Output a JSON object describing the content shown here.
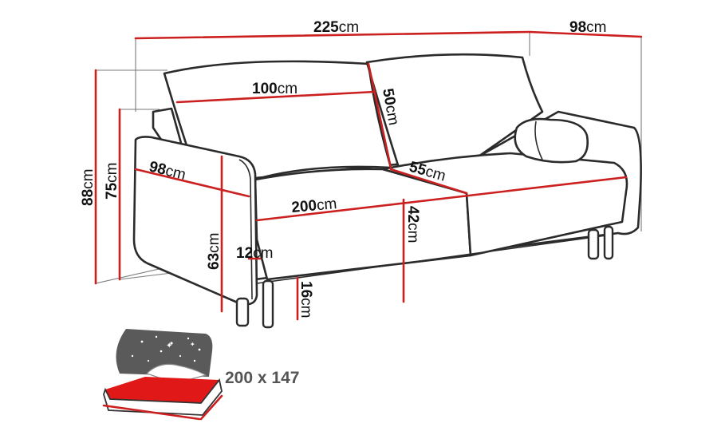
{
  "dimensions": {
    "overall_width": {
      "value": "225",
      "unit": "cm"
    },
    "overall_depth": {
      "value": "98",
      "unit": "cm"
    },
    "total_height": {
      "value": "88",
      "unit": "cm"
    },
    "armrest_height": {
      "value": "75",
      "unit": "cm"
    },
    "backrest_cushion_width": {
      "value": "100",
      "unit": "cm"
    },
    "backrest_cushion_height": {
      "value": "50",
      "unit": "cm"
    },
    "armrest_depth": {
      "value": "98",
      "unit": "cm"
    },
    "seat_depth": {
      "value": "55",
      "unit": "cm"
    },
    "seat_width": {
      "value": "200",
      "unit": "cm"
    },
    "seat_height": {
      "value": "42",
      "unit": "cm"
    },
    "armrest_side_height": {
      "value": "63",
      "unit": "cm"
    },
    "armrest_width": {
      "value": "12",
      "unit": "cm"
    },
    "leg_height": {
      "value": "16",
      "unit": "cm"
    }
  },
  "sleeping_area": {
    "label": "200 x 147"
  },
  "colors": {
    "dimension": "#cc2020",
    "outline": "#2b2b2b",
    "bed_surface": "#e01818",
    "bed_panel": "#5a5a5a"
  }
}
